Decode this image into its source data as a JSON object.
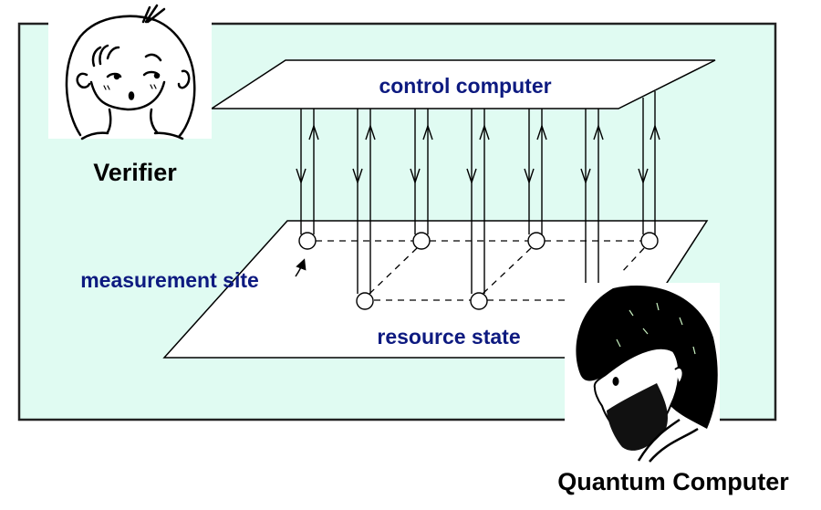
{
  "labels": {
    "control_computer": "control computer",
    "measurement_site": "measurement site",
    "resource_state": "resource state",
    "verifier": "Verifier",
    "quantum_computer": "Quantum Computer"
  },
  "colors": {
    "panel_background": "#e0fbf2",
    "label_blue": "#0d1a80",
    "line": "#000000"
  },
  "characters": [
    {
      "id": "verifier",
      "icon": "girl-face-icon"
    },
    {
      "id": "quantum-computer",
      "icon": "bearded-man-icon"
    }
  ],
  "diagram": {
    "channel_pairs": 7,
    "channel_directions": [
      "down",
      "up"
    ],
    "nodes_back_row": 4,
    "nodes_front_row": 2
  }
}
